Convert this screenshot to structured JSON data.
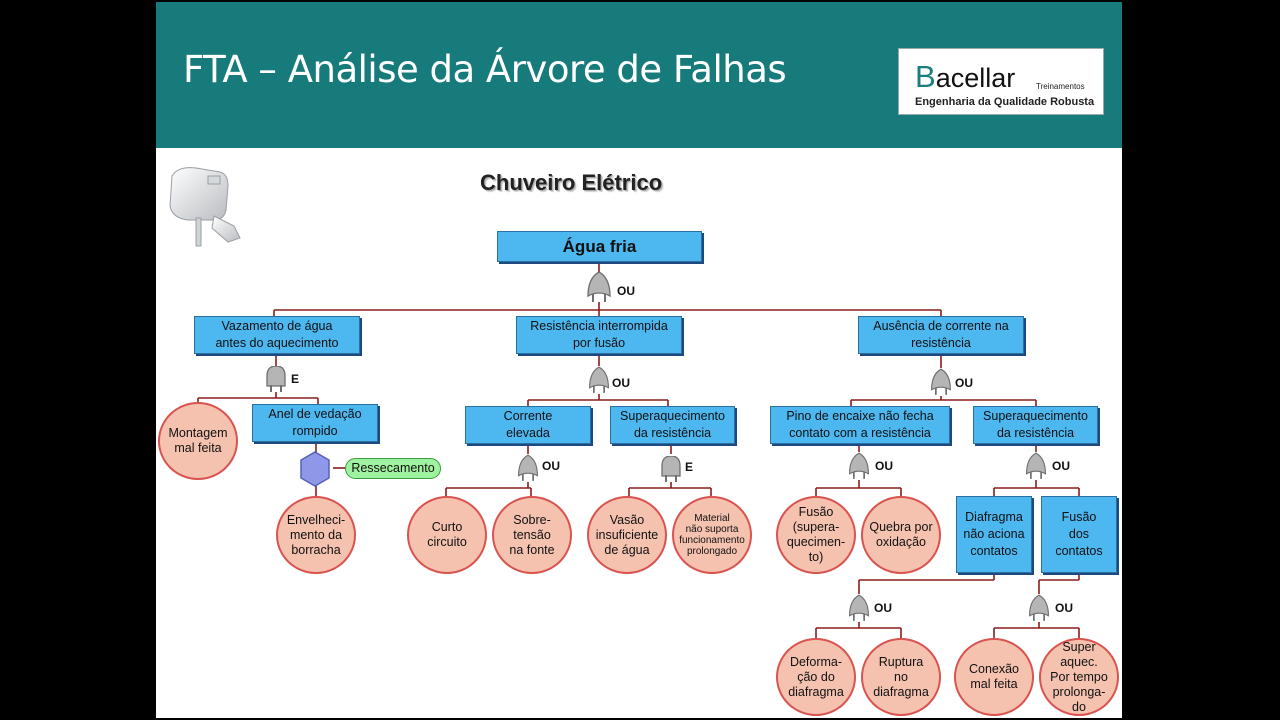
{
  "slide": {
    "title": "FTA – Análise da Árvore de Falhas",
    "logo": {
      "initial": "B",
      "name": "acellar",
      "tag": "Treinamentos",
      "subtitle": "Engenharia da Qualidade Robusta"
    },
    "diagram_title": "Chuveiro Elétrico"
  },
  "colors": {
    "header": "#177b7b",
    "event_box": "#4db7ef",
    "basic_event": "#f6c2b0",
    "basic_event_border": "#d9534f",
    "edge": "#8b1d1d",
    "condition": "#9ff29f"
  },
  "icons": {
    "gate": "logic-gate-icon",
    "condition": "hexagon-condition-icon",
    "product": "shower-icon"
  },
  "tree": {
    "top_event": "Água fria",
    "gates": {
      "g_top": "OU",
      "g_vaz": "E",
      "g_res": "OU",
      "g_aus": "OU",
      "g_cor": "OU",
      "g_sup1": "E",
      "g_pino": "OU",
      "g_sup2": "OU",
      "g_fus": "OU",
      "g_dc": "OU"
    },
    "events": {
      "vazamento": "Vazamento de água\nantes do aquecimento",
      "resistencia": "Resistência interrompida\npor fusão",
      "ausencia": "Ausência de corrente na\nresistência",
      "anel": "Anel de vedação\nrompido",
      "corrente": "Corrente\nelevada",
      "superaq1": "Superaquecimento\nda resistência",
      "pino": "Pino de encaixe não fecha\ncontato com a resistência",
      "superaq2": "Superaquecimento\nda resistência",
      "diafragma": "Diafragma\nnão aciona\ncontatos",
      "fusao_contatos": "Fusão\ndos\ncontatos"
    },
    "basic_events": {
      "montagem": "Montagem\nmal feita",
      "envelhecimento": "Envelheci-\nmento da\nborracha",
      "curto": "Curto\ncircuito",
      "sobretensao": "Sobre-\ntensão\nna fonte",
      "vasao": "Vasão\ninsuficiente\nde água",
      "material": "Material\nnão suporta\nfuncionamento\nprolongado",
      "fusao_super": "Fusão\n(supera-\nquecimen-\nto)",
      "quebra": "Quebra por\noxidação",
      "deformacao": "Deforma-\nção do\ndiafragma",
      "ruptura": "Ruptura\nno\ndiafragma",
      "conexao": "Conexão\nmal feita",
      "super_aquec": "Super\naquec.\nPor tempo\nprolonga-\ndo"
    },
    "condition": "Ressecamento"
  }
}
